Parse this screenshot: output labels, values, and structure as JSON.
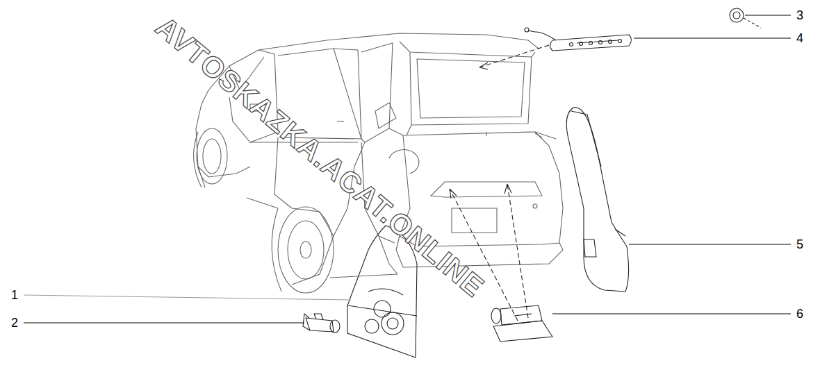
{
  "diagram": {
    "labels": [
      "1",
      "2",
      "3",
      "4",
      "5",
      "6",
      "AVTOSKAZKA.ACAT.ONLINE"
    ]
  }
}
